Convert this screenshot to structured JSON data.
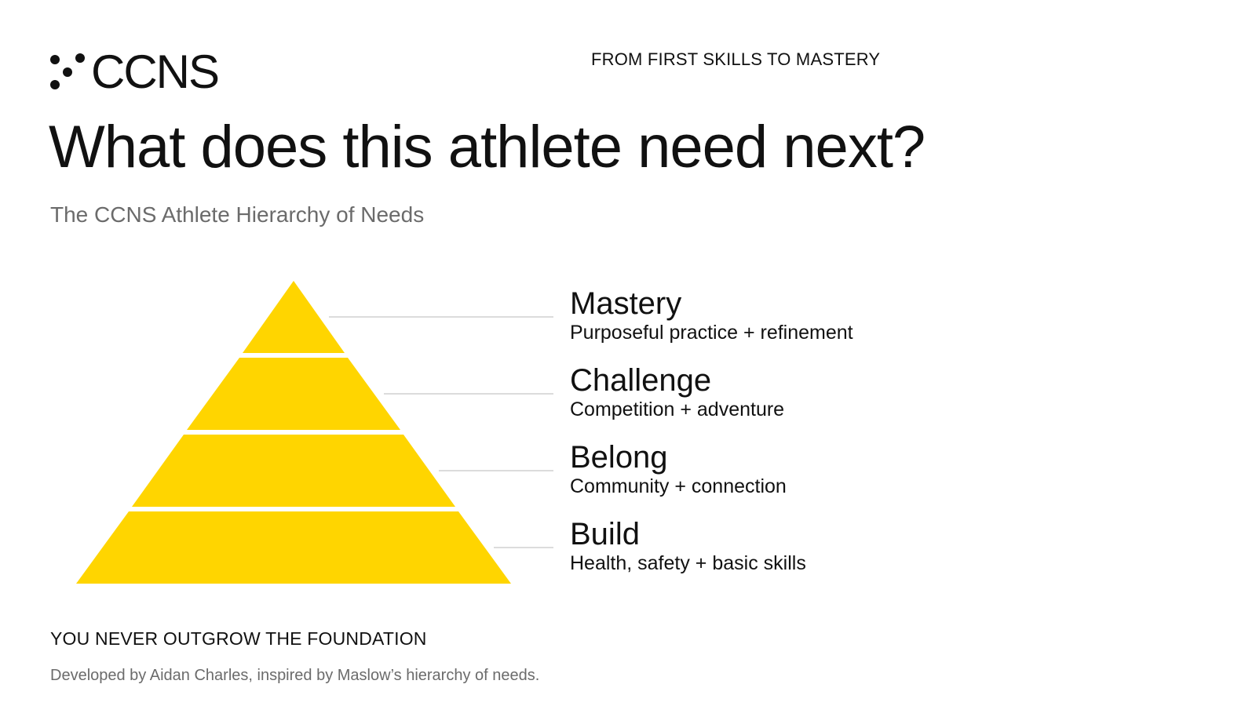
{
  "brand": {
    "name": "CCNS",
    "accent_color": "#FFD500",
    "logo_icon": "dots-logo-icon"
  },
  "tagline": "FROM FIRST SKILLS TO MASTERY",
  "headline": "What does this athlete need next?",
  "subtitle": "The CCNS Athlete Hierarchy of Needs",
  "levels": [
    {
      "name": "Mastery",
      "description": "Purposeful practice + refinement"
    },
    {
      "name": "Challenge",
      "description": "Competition + adventure"
    },
    {
      "name": "Belong",
      "description": "Community + connection"
    },
    {
      "name": "Build",
      "description": "Health, safety + basic skills"
    }
  ],
  "footer": {
    "heading": "YOU NEVER OUTGROW THE FOUNDATION",
    "credit": "Developed by Aidan Charles, inspired by Maslow’s hierarchy of needs."
  }
}
